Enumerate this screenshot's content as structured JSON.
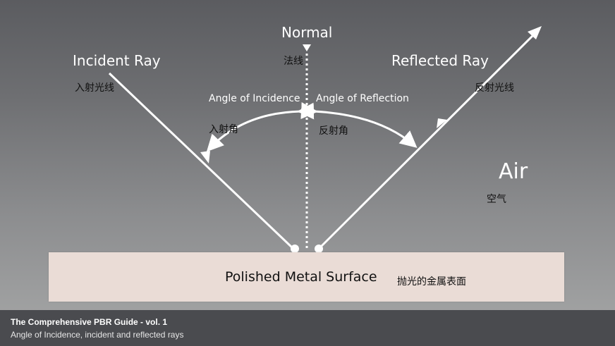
{
  "diagram": {
    "normal_label": "Normal",
    "normal_cn": "法线",
    "incident_ray_label": "Incident Ray",
    "incident_ray_cn": "入射光线",
    "reflected_ray_label": "Reflected Ray",
    "reflected_ray_cn": "反射光线",
    "angle_incidence_label": "Angle of Incidence",
    "angle_incidence_cn": "入射角",
    "angle_reflection_label": "Angle of Reflection",
    "angle_reflection_cn": "反射角",
    "air_label": "Air",
    "air_cn": "空气",
    "surface_label": "Polished Metal Surface",
    "surface_cn": "抛光的金属表面"
  },
  "footer": {
    "title": "The Comprehensive PBR Guide - vol. 1",
    "subtitle": "Angle of Incidence, incident and reflected rays"
  },
  "colors": {
    "background_top": "#5b5c60",
    "background_bottom": "#a7a8a8",
    "surface": "#eadcd6",
    "footer": "#4a4b4f",
    "line": "#ffffff"
  }
}
